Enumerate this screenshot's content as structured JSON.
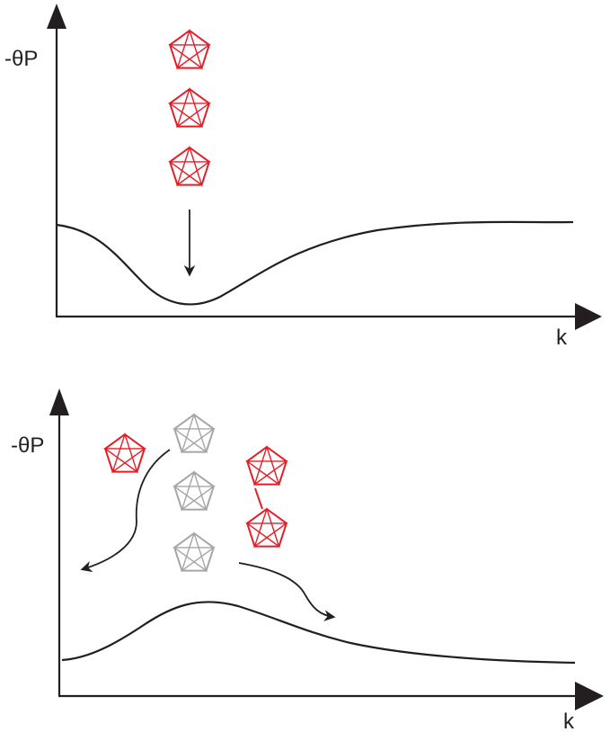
{
  "colors": {
    "ink": "#231f20",
    "red": "#e41e26",
    "gray": "#a6a6a6",
    "background": "#ffffff"
  },
  "panels": [
    {
      "y_axis_label": "-θP",
      "x_axis_label": "k",
      "molecules": [
        {
          "color": "red",
          "shape": "pentagon-with-pentagram"
        },
        {
          "color": "red",
          "shape": "pentagon-with-pentagram"
        },
        {
          "color": "red",
          "shape": "pentagon-with-pentagram"
        }
      ],
      "curve": "dip"
    },
    {
      "y_axis_label": "-θP",
      "x_axis_label": "k",
      "molecules": [
        {
          "color": "red",
          "shape": "pentagon-with-pentagram"
        },
        {
          "color": "gray",
          "shape": "pentagon-with-pentagram"
        },
        {
          "color": "gray",
          "shape": "pentagon-with-pentagram"
        },
        {
          "color": "gray",
          "shape": "pentagon-with-pentagram"
        },
        {
          "color": "red",
          "shape": "pentagon-with-pentagram"
        },
        {
          "color": "red",
          "shape": "pentagon-with-pentagram"
        }
      ],
      "curve": "peak"
    }
  ]
}
